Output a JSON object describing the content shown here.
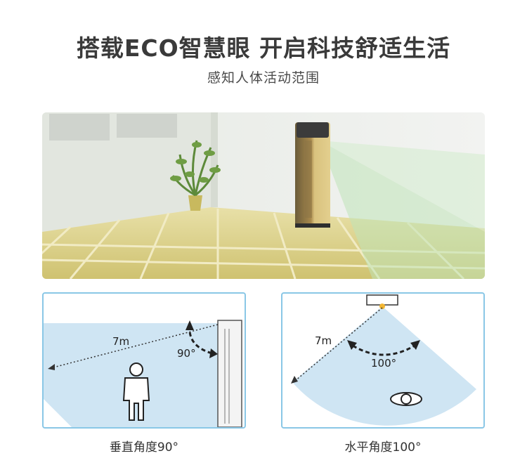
{
  "header": {
    "title": "搭载ECO智慧眼  开启科技舒适生活",
    "subtitle": "感知人体活动范围"
  },
  "vertical_panel": {
    "distance_label": "7m",
    "angle_label": "90°",
    "caption": "垂直角度90°"
  },
  "horizontal_panel": {
    "distance_label": "7m",
    "angle_label": "100°",
    "caption": "水平角度100°"
  },
  "colors": {
    "sensor_zone": "#cfe5f3",
    "panel_border": "#8ac7e6",
    "floor": "#d9cf8a",
    "wall": "#eef0ee"
  }
}
